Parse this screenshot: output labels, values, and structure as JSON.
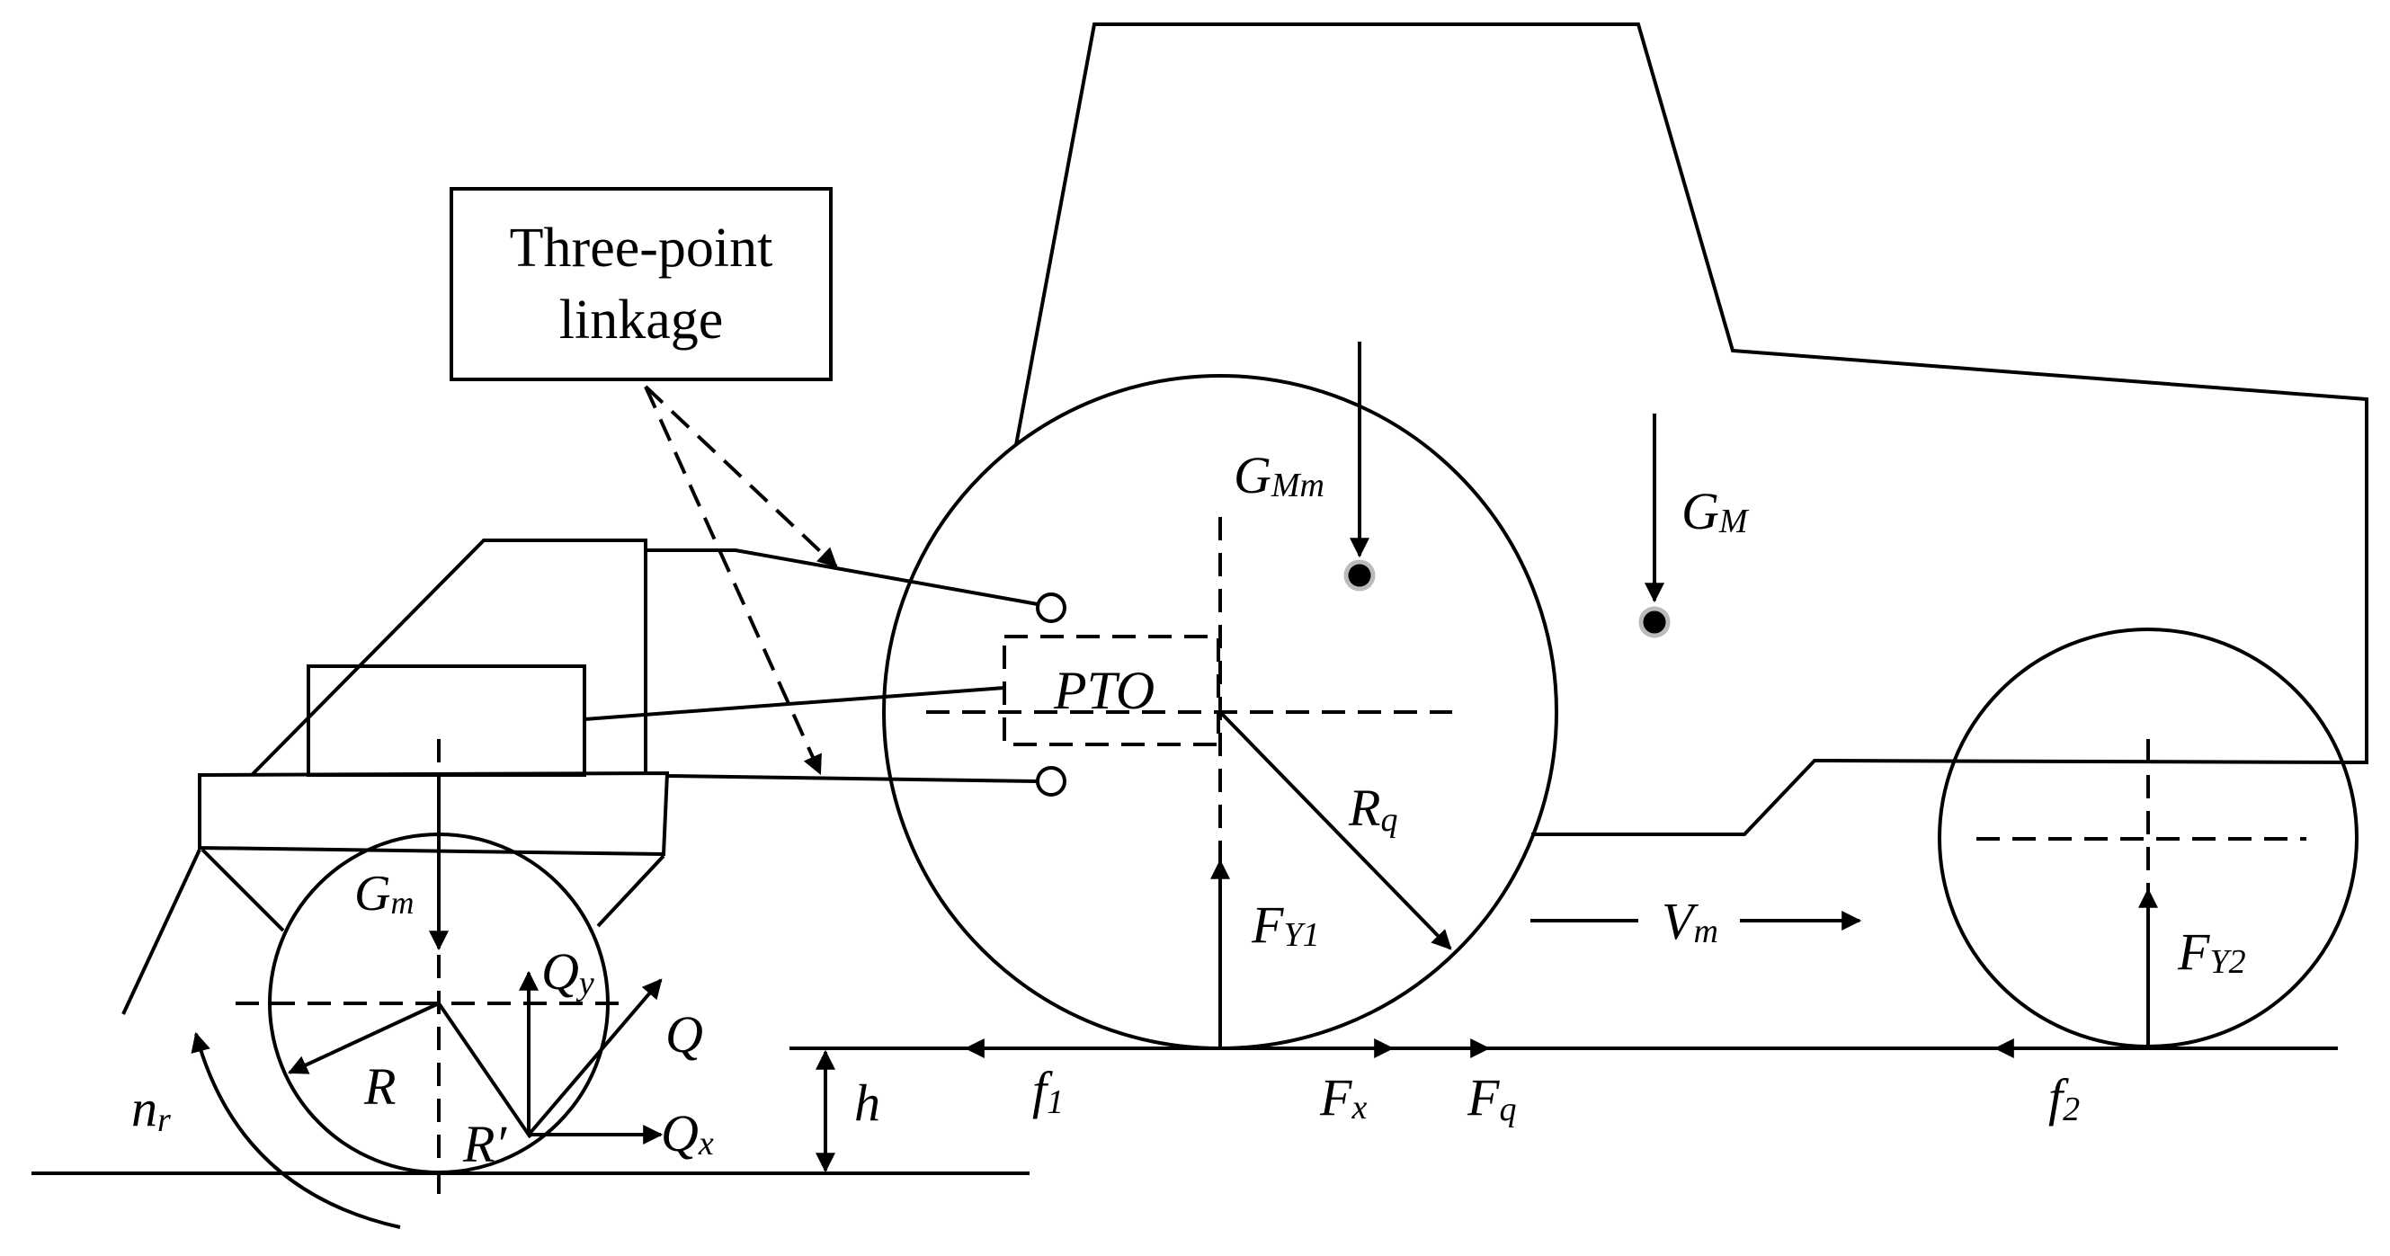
{
  "callout": {
    "line1": "Three-point",
    "line2": "linkage"
  },
  "pto": "PTO",
  "labels": {
    "G_Mm": {
      "main": "G",
      "sub": "Mm"
    },
    "G_M": {
      "main": "G",
      "sub": "M"
    },
    "G_m": {
      "main": "G",
      "sub": "m"
    },
    "R_q": {
      "main": "R",
      "sub": "q"
    },
    "F_Y1": {
      "main": "F",
      "sub": "Y1"
    },
    "F_Y2": {
      "main": "F",
      "sub": "Y2"
    },
    "V_m": {
      "main": "V",
      "sub": "m"
    },
    "f_1": {
      "main": "f",
      "sub": "1"
    },
    "f_2": {
      "main": "f",
      "sub": "2"
    },
    "F_x": {
      "main": "F",
      "sub": "x"
    },
    "F_q": {
      "main": "F",
      "sub": "q"
    },
    "Q_y": {
      "main": "Q",
      "sub": "y"
    },
    "Q_x": {
      "main": "Q",
      "sub": "x"
    },
    "n_r": {
      "main": "n",
      "sub": "r"
    },
    "Q": "Q",
    "R": "R",
    "R_prime": "R′",
    "h": "h"
  }
}
